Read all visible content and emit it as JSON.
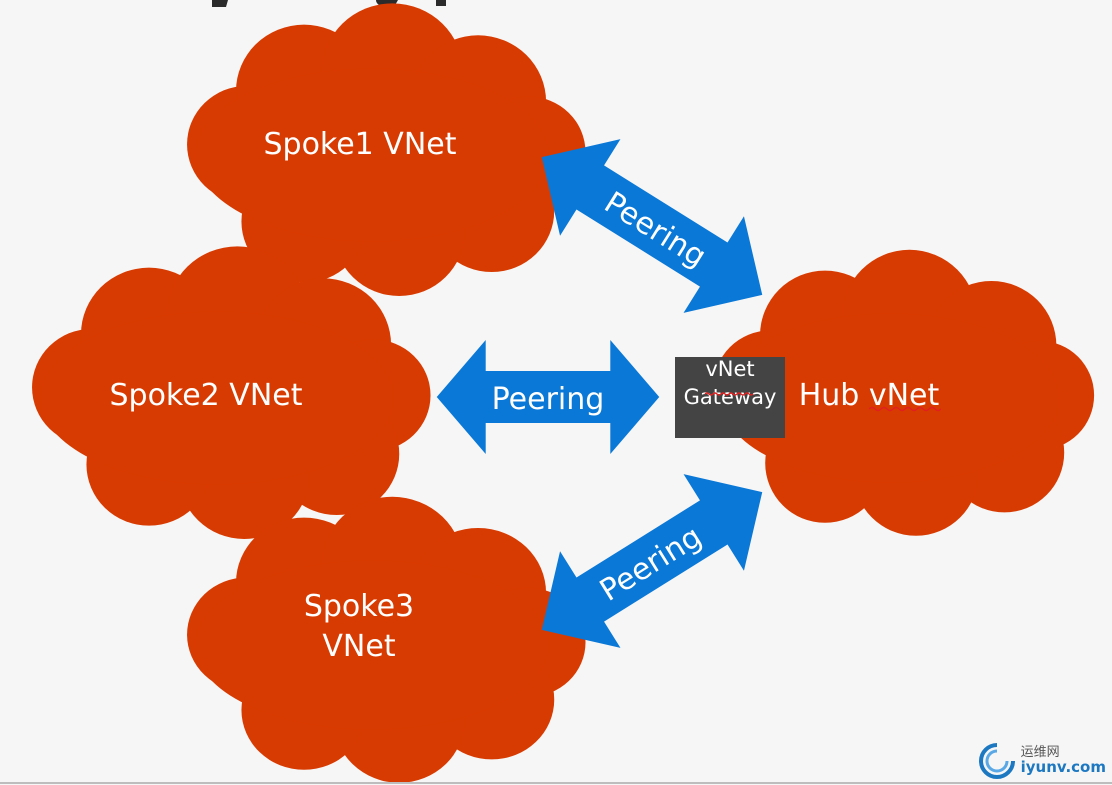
{
  "diagram": {
    "clouds": {
      "spoke1": {
        "lines": [
          "Spoke1 VNet"
        ]
      },
      "spoke2": {
        "lines": [
          "Spoke2 VNet"
        ]
      },
      "spoke3": {
        "lines": [
          "Spoke3",
          "VNet"
        ]
      },
      "hub": {
        "lines": [
          "Hub vNet"
        ]
      }
    },
    "gateway": {
      "lines": [
        "vNet",
        "Gateway"
      ]
    },
    "connections": {
      "spoke1_hub": {
        "label": "Peering"
      },
      "spoke2_hub": {
        "label": "Peering"
      },
      "spoke3_hub": {
        "label": "Peering"
      }
    }
  },
  "watermark": {
    "brand_cn": "运维网",
    "url": "iyunv.com"
  },
  "colors": {
    "cloud": "#d83b01",
    "arrow": "#0a78d7",
    "gateway": "#444444",
    "background": "#f6f6f6"
  }
}
